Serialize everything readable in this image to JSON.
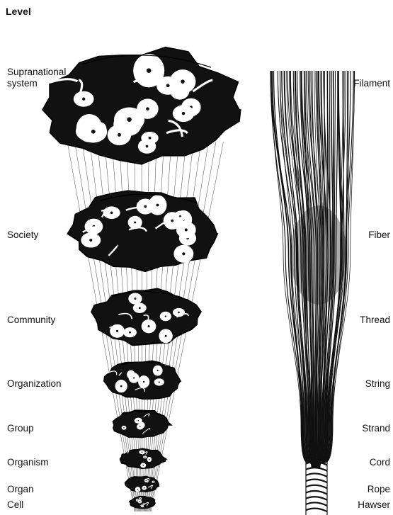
{
  "header": "Level",
  "levels": [
    {
      "label": "Supranational\nsystem",
      "rope_label": "Filament"
    },
    {
      "label": "Society",
      "rope_label": "Fiber"
    },
    {
      "label": "Community",
      "rope_label": "Thread"
    },
    {
      "label": "Organization",
      "rope_label": "String"
    },
    {
      "label": "Group",
      "rope_label": "Strand"
    },
    {
      "label": "Organism",
      "rope_label": "Cord"
    },
    {
      "label": "Organ",
      "rope_label": "Rope"
    },
    {
      "label": "Cell",
      "rope_label": "Hawser"
    }
  ]
}
